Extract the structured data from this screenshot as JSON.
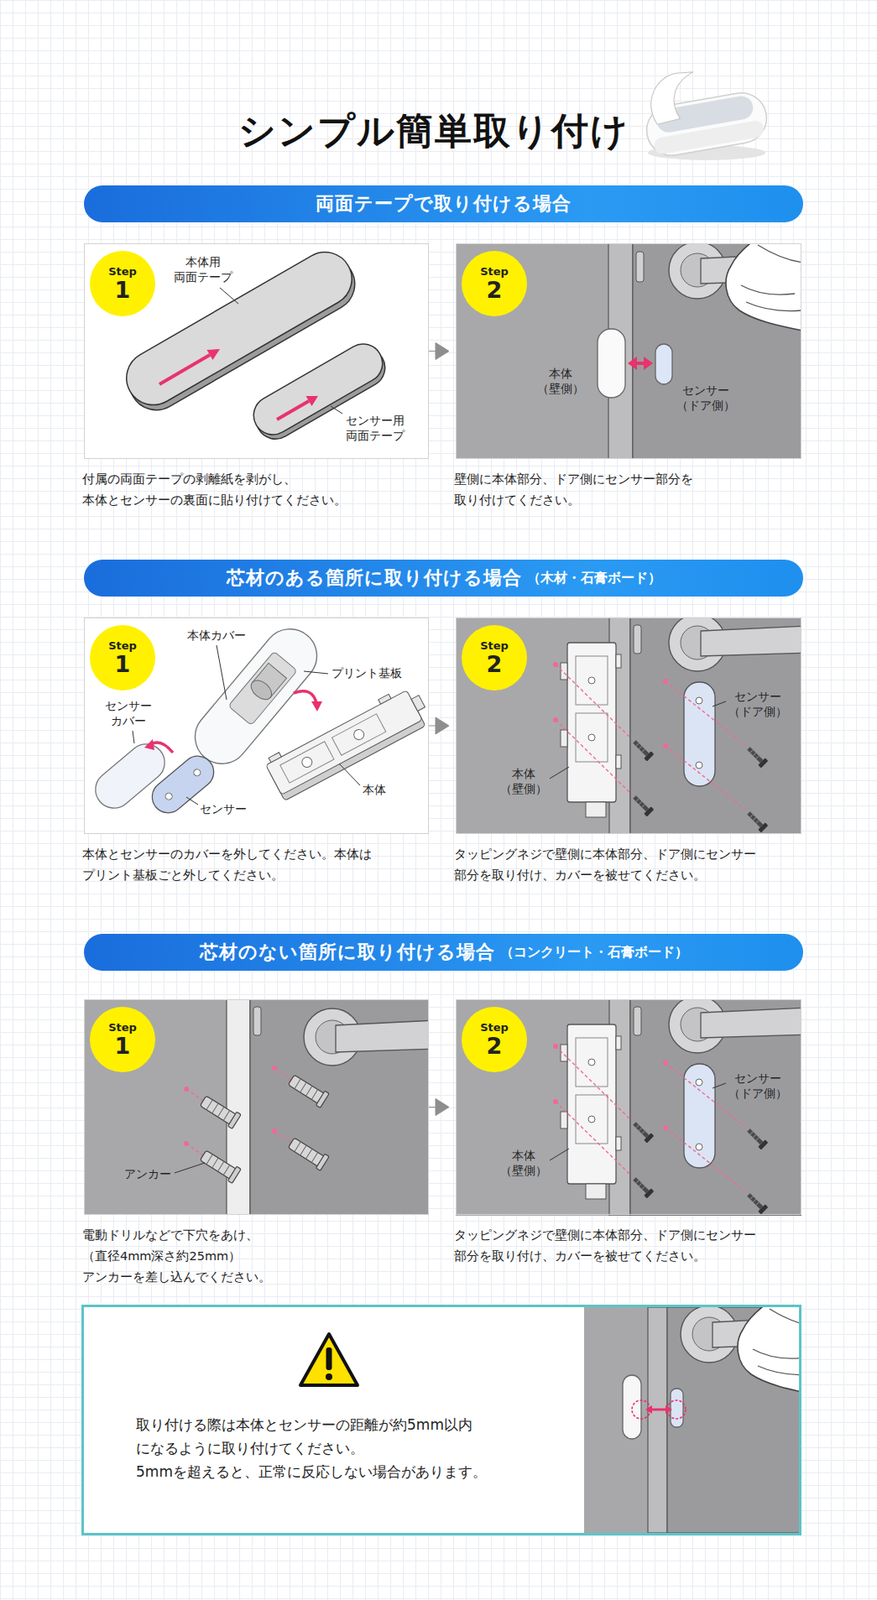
{
  "diagram": {
    "title": "シンプル簡単取り付け",
    "nodes": [
      {
        "text": [
          "両面テープで取り付ける場合"
        ]
      },
      {
        "text": [
          "付属の両面テープの剥離紙を剥がし、 本体とセンサーの裏面に貼り付けてください。"
        ]
      },
      {
        "text": [
          "Step",
          "1"
        ],
        "in": 1
      },
      {
        "text": [
          "壁側に本体部分、ドア側にセンサー部分を 取り付けてください。"
        ]
      },
      {
        "text": [
          "Step",
          "2"
        ],
        "in": 3
      },
      {
        "text": [
          "芯材のある箇所に取り付ける場合",
          "（木材・石膏ボード）"
        ]
      },
      {
        "text": [
          "本体とセンサーのカバーを外してください。本体は プリント基板ごと外してください。"
        ]
      },
      {
        "text": [
          "Step",
          "1"
        ],
        "in": 6
      },
      {
        "text": [
          "タッピングネジで壁側に本体部分、ドア側にセンサー 部分を取り付け、カバーを被せてください。"
        ]
      },
      {
        "text": [
          "Step",
          "2"
        ],
        "in": 8
      },
      {
        "text": [
          "芯材のない箇所に取り付ける場合",
          "（コンクリート・石膏ボード）"
        ]
      },
      {
        "text": [
          "電動ドリルなどで下穴をあけ、（直径4mm深さ約25mm） アンカーを差し込んでください。"
        ]
      },
      {
        "text": [
          "Step",
          "1"
        ],
        "in": 11
      },
      {
        "text": [
          "タッピングネジで壁側に本体部分、ドア側にセンサー 部分を取り付け、カバーを被せてください。"
        ]
      },
      {
        "text": [
          "Step",
          "2"
        ],
        "in": 13
      },
      {
        "text": [
          "取り付ける際は本体とセンサーの距離が約5mm以内 になるように取り付けてください。",
          "5mmを超えると、正常に反応しない場合があります。"
        ]
      }
    ],
    "edges": [
      {
        "from": 1,
        "to": 3,
        "arrow": "to"
      },
      {
        "from": 6,
        "to": 8,
        "arrow": "to"
      },
      {
        "from": 11,
        "to": 13,
        "arrow": "to"
      }
    ],
    "labels": [
      "本体用 両面テープ",
      "センサー用 両面テープ",
      "本体 （壁側）",
      "センサー （ドア側）",
      "本体カバー",
      "プリント基板",
      "センサー カバー",
      "センサー",
      "本体",
      "センサー （ドア側）",
      "本体 （壁側）",
      "アンカー",
      "センサー （ドア側）",
      "本体 （壁側）"
    ]
  }
}
